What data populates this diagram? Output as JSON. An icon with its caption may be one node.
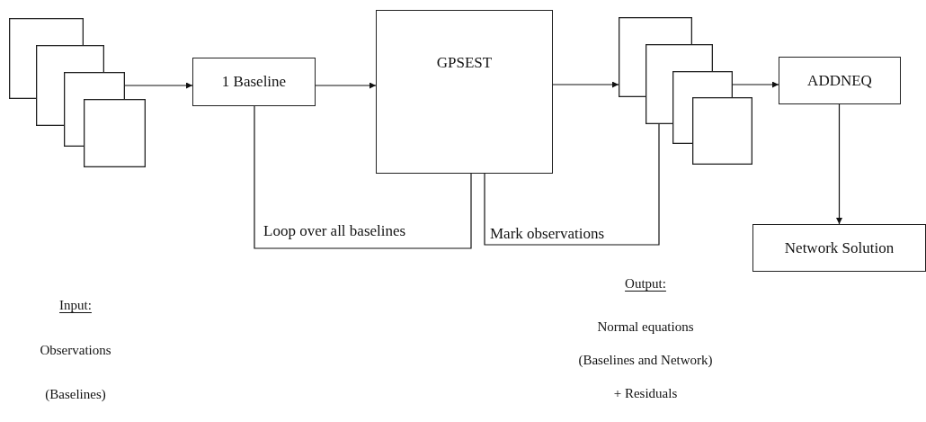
{
  "diagram": {
    "nodes": [
      {
        "text": [],
        "shape": "picture"
      },
      {
        "text": [
          "1 Baseline"
        ]
      },
      {
        "text": [
          "GPSEST"
        ]
      },
      {
        "text": [],
        "shape": "picture"
      },
      {
        "text": [
          "ADDNEQ"
        ]
      },
      {
        "text": [
          "Network Solution"
        ]
      }
    ],
    "edges": [
      {
        "from": 0,
        "to": 1,
        "arrow": "to"
      },
      {
        "from": 1,
        "to": 2,
        "arrow": "to"
      },
      {
        "from": 2,
        "to": 3,
        "arrow": "to"
      },
      {
        "from": 3,
        "to": 4,
        "arrow": "to"
      },
      {
        "from": 4,
        "to": 5,
        "arrow": "to"
      },
      {
        "from": 1,
        "to": 2,
        "arrow": "none",
        "label": "Loop over all baselines"
      },
      {
        "from": 2,
        "to": 3,
        "arrow": "none",
        "label": "Mark observations"
      }
    ],
    "labels": [
      "Input:",
      "Observations",
      "(Baselines)",
      "Output:",
      "Normal equations",
      "(Baselines and Network)",
      "+ Residuals"
    ]
  }
}
